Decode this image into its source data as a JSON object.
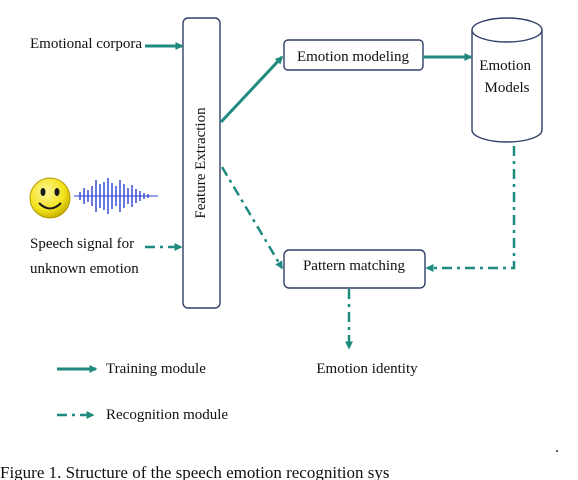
{
  "labels": {
    "emotional_corpora": "Emotional corpora",
    "speech_signal_line1": "Speech signal for",
    "speech_signal_line2": "unknown emotion",
    "feature_extraction": "Feature Extraction",
    "emotion_modeling": "Emotion modeling",
    "emotion_models_line1": "Emotion",
    "emotion_models_line2": "Models",
    "pattern_matching": "Pattern matching",
    "emotion_identity": "Emotion identity"
  },
  "legend": {
    "training": "Training module",
    "recognition": "Recognition module"
  },
  "caption": {
    "dot": ".",
    "text": "Figure 1.    Structure of the speech emotion recognition sys"
  },
  "colors": {
    "arrow": "#1f8a7e",
    "box_stroke": "#2f3f66",
    "smiley_fill": "#f2e21a",
    "waveform": "#2a3fd0"
  },
  "icons": {
    "smiley": "smiley-face-icon",
    "waveform": "speech-waveform-icon"
  }
}
